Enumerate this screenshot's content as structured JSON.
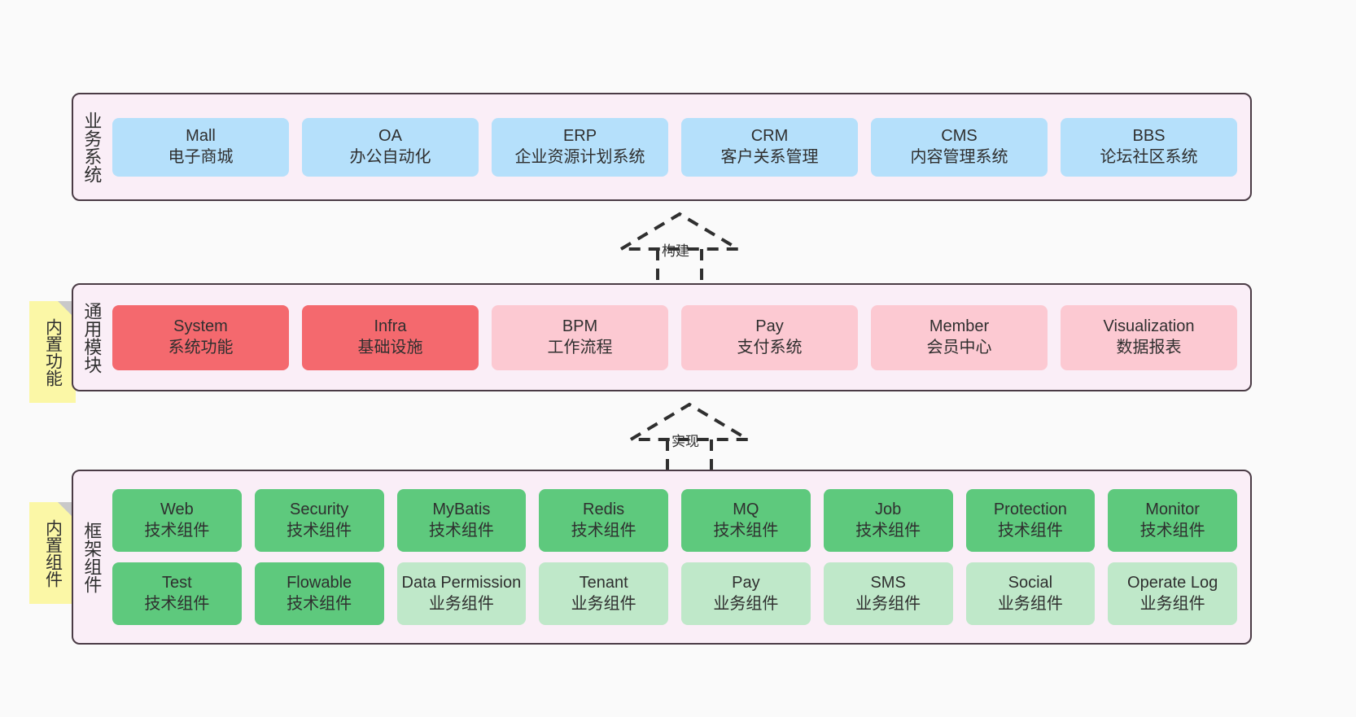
{
  "diagram": {
    "background_color": "#fafafa",
    "band_fill": "#faeef7",
    "band_border": "#4a3b45",
    "note_fill": "#fbf7a6",
    "note_fold": "#c9c9c9",
    "colors": {
      "business": "#b5e0fb",
      "core_module_strong": "#f4696e",
      "core_module_soft": "#fcc9d2",
      "tech_component": "#5ec97d",
      "business_component": "#bfe8c9"
    }
  },
  "layers": [
    {
      "title": "业务系统",
      "rows": [
        {
          "cards": [
            {
              "name": "Mall",
              "desc": "电子商城"
            },
            {
              "name": "OA",
              "desc": "办公自动化"
            },
            {
              "name": "ERP",
              "desc": "企业资源计划系统"
            },
            {
              "name": "CRM",
              "desc": "客户关系管理"
            },
            {
              "name": "CMS",
              "desc": "内容管理系统"
            },
            {
              "name": "BBS",
              "desc": "论坛社区系统"
            }
          ]
        }
      ]
    },
    {
      "title": "通用模块",
      "note": "内置功能",
      "rows": [
        {
          "cards": [
            {
              "name": "System",
              "desc": "系统功能"
            },
            {
              "name": "Infra",
              "desc": "基础设施"
            },
            {
              "name": "BPM",
              "desc": "工作流程"
            },
            {
              "name": "Pay",
              "desc": "支付系统"
            },
            {
              "name": "Member",
              "desc": "会员中心"
            },
            {
              "name": "Visualization",
              "desc": "数据报表"
            }
          ]
        }
      ]
    },
    {
      "title": "框架组件",
      "note": "内置组件",
      "rows": [
        {
          "cards": [
            {
              "name": "Web",
              "desc": "技术组件"
            },
            {
              "name": "Security",
              "desc": "技术组件"
            },
            {
              "name": "MyBatis",
              "desc": "技术组件"
            },
            {
              "name": "Redis",
              "desc": "技术组件"
            },
            {
              "name": "MQ",
              "desc": "技术组件"
            },
            {
              "name": "Job",
              "desc": "技术组件"
            },
            {
              "name": "Protection",
              "desc": "技术组件"
            },
            {
              "name": "Monitor",
              "desc": "技术组件"
            }
          ]
        },
        {
          "cards": [
            {
              "name": "Test",
              "desc": "技术组件"
            },
            {
              "name": "Flowable",
              "desc": "技术组件"
            },
            {
              "name": "Data Permission",
              "desc": "业务组件"
            },
            {
              "name": "Tenant",
              "desc": "业务组件"
            },
            {
              "name": "Pay",
              "desc": "业务组件"
            },
            {
              "name": "SMS",
              "desc": "业务组件"
            },
            {
              "name": "Social",
              "desc": "业务组件"
            },
            {
              "name": "Operate Log",
              "desc": "业务组件"
            }
          ]
        }
      ]
    }
  ],
  "connectors": [
    {
      "label": "构建"
    },
    {
      "label": "实现"
    }
  ]
}
